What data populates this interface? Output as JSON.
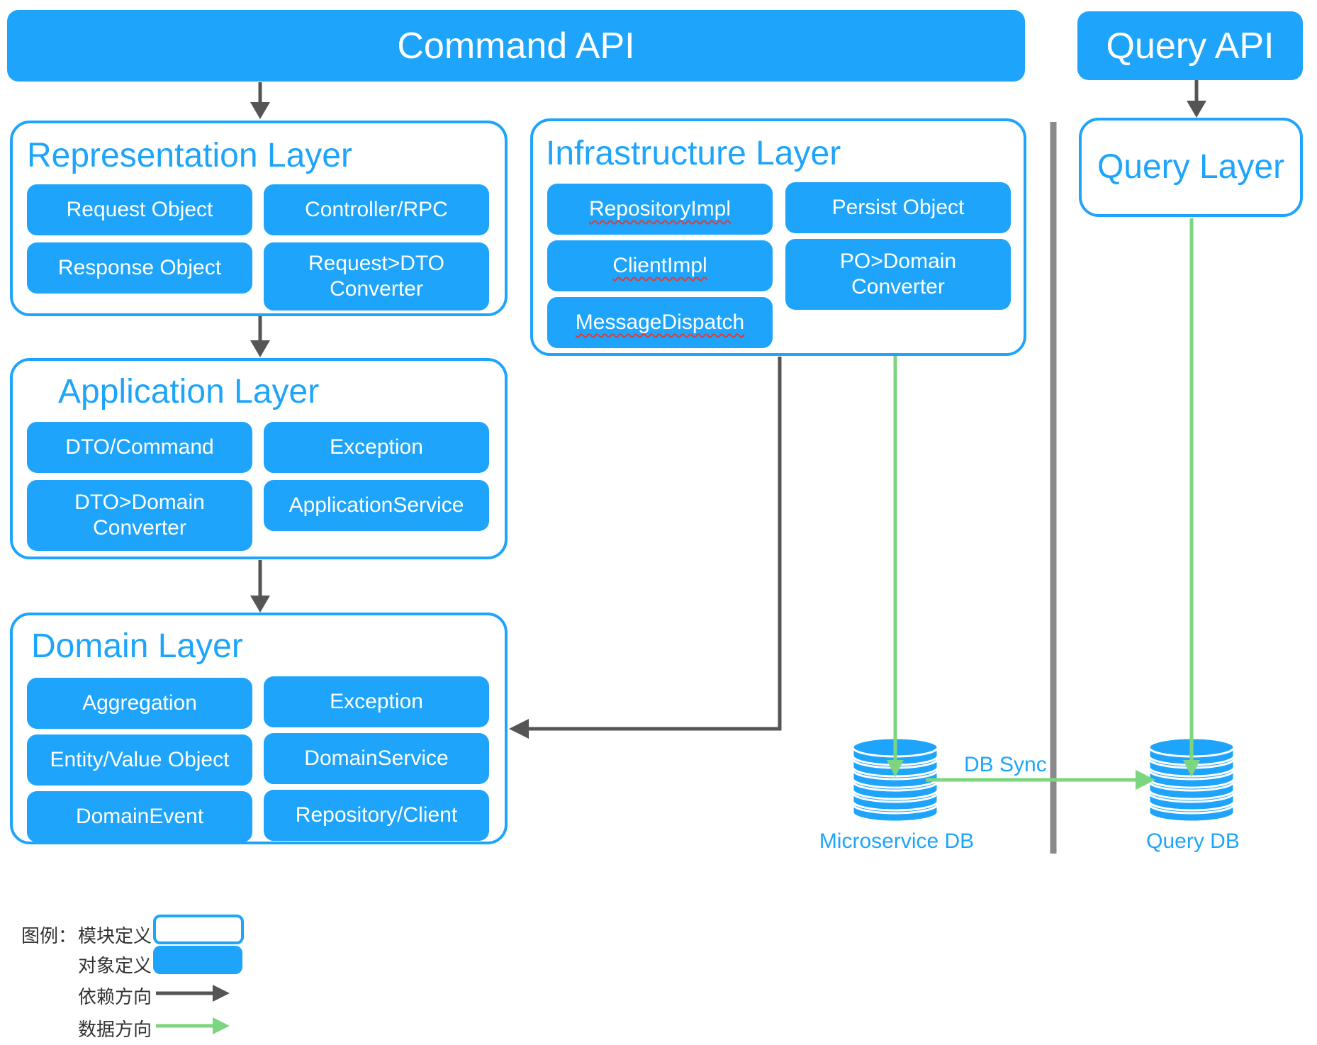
{
  "apis": {
    "command": "Command API",
    "query": "Query API"
  },
  "layers": {
    "representation": {
      "title": "Representation Layer",
      "objects": [
        "Request Object",
        "Controller/RPC",
        "Response Object",
        "Request>DTO\nConverter"
      ]
    },
    "application": {
      "title": "Application Layer",
      "objects": [
        "DTO/Command",
        "Exception",
        "DTO>Domain\nConverter",
        "ApplicationService"
      ]
    },
    "domain": {
      "title": "Domain Layer",
      "objects": [
        "Aggregation",
        "Exception",
        "Entity/Value Object",
        "DomainService",
        "DomainEvent",
        "Repository/Client"
      ]
    },
    "infrastructure": {
      "title": "Infrastructure Layer",
      "objects": [
        "RepositoryImpl",
        "Persist Object",
        "ClientImpl",
        "PO>Domain\nConverter",
        "MessageDispatch"
      ]
    },
    "query": {
      "title": "Query Layer"
    }
  },
  "databases": {
    "microservice": "Microservice DB",
    "query": "Query DB",
    "sync_label": "DB Sync"
  },
  "legend": {
    "title": "图例：",
    "module": "模块定义",
    "object": "对象定义",
    "dependency": "依赖方向",
    "data": "数据方向"
  },
  "colors": {
    "primary": "#1ea5fb",
    "dependency_arrow": "#555555",
    "data_arrow": "#7dd67f",
    "divider": "#8a8a8a"
  }
}
